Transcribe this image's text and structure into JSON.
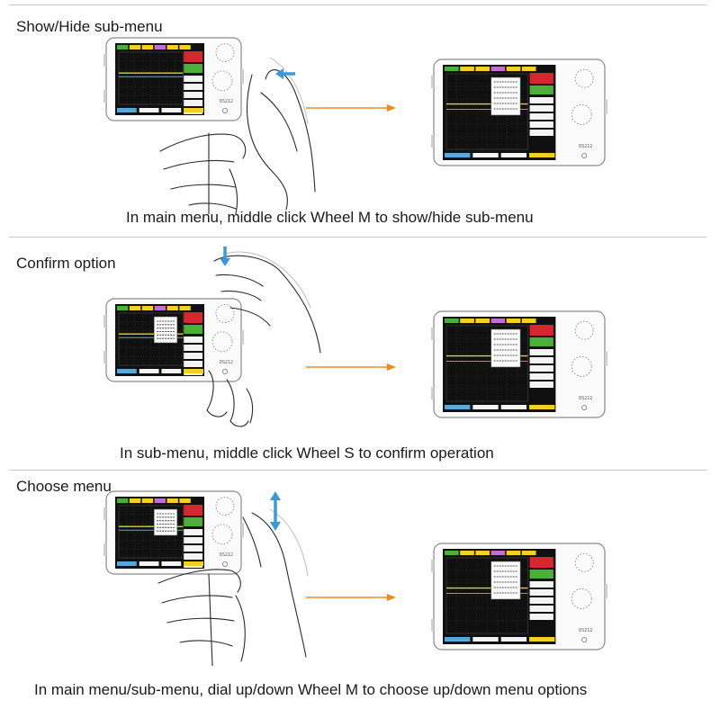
{
  "sections": [
    {
      "title": "Show/Hide sub-menu",
      "caption": "In main menu, middle click Wheel M to show/hide sub-menu",
      "gesture": "press-side",
      "gesture_arrow": "left",
      "show_submenu_left": false,
      "show_submenu_right": true
    },
    {
      "title": "Confirm option",
      "caption": "In sub-menu, middle click Wheel S to confirm operation",
      "gesture": "press-top",
      "gesture_arrow": "down",
      "show_submenu_left": true,
      "show_submenu_right": true
    },
    {
      "title": "Choose menu",
      "caption": "In main menu/sub-menu, dial up/down Wheel M to choose up/down menu options",
      "gesture": "dial",
      "gesture_arrow": "up-down",
      "show_submenu_left": true,
      "show_submenu_right": true
    }
  ],
  "device": {
    "model_label": "DS212"
  },
  "colors": {
    "flow_arrow": "#f08a1e",
    "gesture_arrow": "#3a9ad9",
    "trace_yellow": "#e8d21a",
    "trace_cyan": "#3ab8d8",
    "screen_bg": "#101010",
    "grid": "#3a3a3a",
    "menu_red": "#d8262f",
    "menu_green": "#4caf3a",
    "menu_yellow": "#f2d21e",
    "rule": "#c8c8c8"
  }
}
